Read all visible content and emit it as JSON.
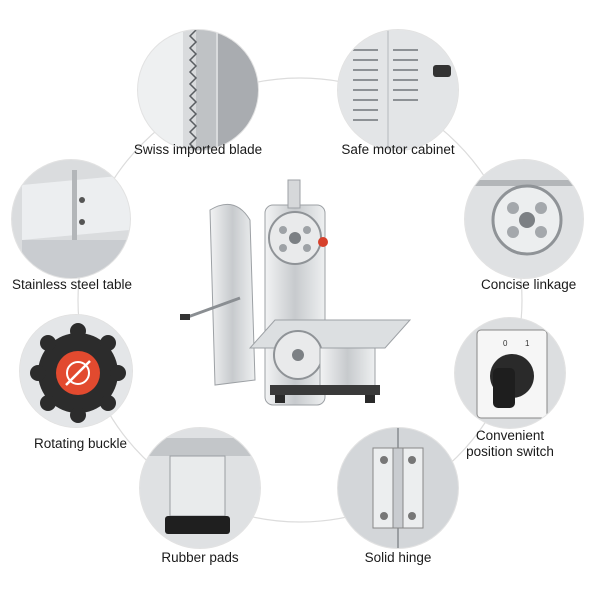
{
  "features": [
    {
      "id": "blade",
      "label": "Swiss imported blade",
      "icon": "saw-blade-icon"
    },
    {
      "id": "cabinet",
      "label": "Safe motor cabinet",
      "icon": "vented-cabinet-icon"
    },
    {
      "id": "table",
      "label": "Stainless steel table",
      "icon": "steel-table-icon"
    },
    {
      "id": "linkage",
      "label": "Concise linkage",
      "icon": "pulley-wheel-icon"
    },
    {
      "id": "buckle",
      "label": "Rotating buckle",
      "icon": "knob-icon"
    },
    {
      "id": "switch",
      "label_line1": "Convenient",
      "label_line2": "position switch",
      "icon": "rotary-switch-icon"
    },
    {
      "id": "pads",
      "label": "Rubber pads",
      "icon": "rubber-foot-icon"
    },
    {
      "id": "hinge",
      "label": "Solid hinge",
      "icon": "hinge-icon"
    }
  ],
  "product": {
    "name": "bone-saw-machine",
    "icon": "band-saw-icon"
  },
  "colors": {
    "background": "#ffffff",
    "ring": "#d8d8d8",
    "steel": "#c9ccd0",
    "dark": "#2b2b2b",
    "accent": "#e24a2f"
  }
}
